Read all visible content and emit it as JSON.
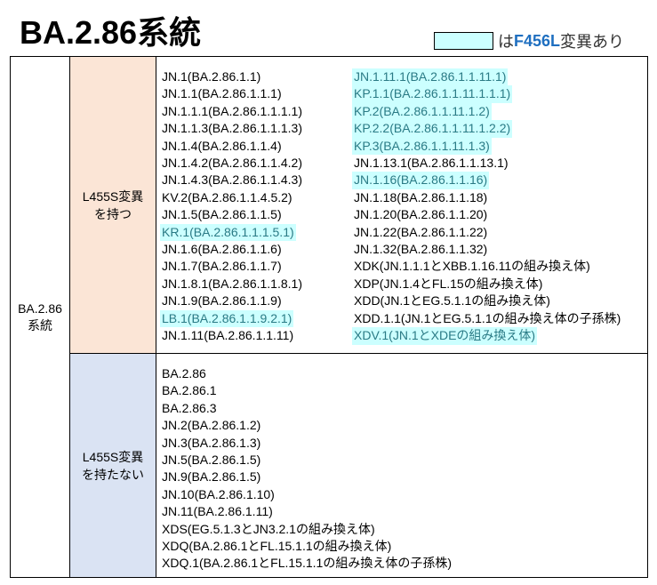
{
  "title": "BA.2.86系統",
  "legend": {
    "prefix": "は",
    "mutation": "F456L",
    "suffix": "変異あり",
    "highlight_color": "#ccffff"
  },
  "lineage_label": "BA.2.86\n系統",
  "groups": [
    {
      "label": "L455S変異\nを持つ",
      "left": [
        {
          "text": "JN.1(BA.2.86.1.1)",
          "hl": false
        },
        {
          "text": "JN.1.1(BA.2.86.1.1.1)",
          "hl": false
        },
        {
          "text": "JN.1.1.1(BA.2.86.1.1.1.1)",
          "hl": false
        },
        {
          "text": "JN.1.1.3(BA.2.86.1.1.1.3)",
          "hl": false
        },
        {
          "text": "JN.1.4(BA.2.86.1.1.4)",
          "hl": false
        },
        {
          "text": "JN.1.4.2(BA.2.86.1.1.4.2)",
          "hl": false
        },
        {
          "text": "JN.1.4.3(BA.2.86.1.1.4.3)",
          "hl": false
        },
        {
          "text": "KV.2(BA.2.86.1.1.4.5.2)",
          "hl": false
        },
        {
          "text": "JN.1.5(BA.2.86.1.1.5)",
          "hl": false
        },
        {
          "text": "KR.1(BA.2.86.1.1.1.5.1)",
          "hl": true
        },
        {
          "text": "JN.1.6(BA.2.86.1.1.6)",
          "hl": false
        },
        {
          "text": "JN.1.7(BA.2.86.1.1.7)",
          "hl": false
        },
        {
          "text": "JN.1.8.1(BA.2.86.1.1.8.1)",
          "hl": false
        },
        {
          "text": "JN.1.9(BA.2.86.1.1.9)",
          "hl": false
        },
        {
          "text": "LB.1(BA.2.86.1.1.9.2.1)",
          "hl": true
        },
        {
          "text": "JN.1.11(BA.2.86.1.1.11)",
          "hl": false
        }
      ],
      "right": [
        {
          "text": "JN.1.11.1(BA.2.86.1.1.11.1)",
          "hl": true
        },
        {
          "text": "KP.1.1(BA.2.86.1.1.11.1.1.1)",
          "hl": true
        },
        {
          "text": "KP.2(BA.2.86.1.1.11.1.2)",
          "hl": true
        },
        {
          "text": "KP.2.2(BA.2.86.1.1.11.1.2.2)",
          "hl": true
        },
        {
          "text": "KP.3(BA.2.86.1.1.11.1.3)",
          "hl": true
        },
        {
          "text": "JN.1.13.1(BA.2.86.1.1.13.1)",
          "hl": false
        },
        {
          "text": "JN.1.16(BA.2.86.1.1.16)",
          "hl": true
        },
        {
          "text": "JN.1.18(BA.2.86.1.1.18)",
          "hl": false
        },
        {
          "text": "JN.1.20(BA.2.86.1.1.20)",
          "hl": false
        },
        {
          "text": "JN.1.22(BA.2.86.1.1.22)",
          "hl": false
        },
        {
          "text": "JN.1.32(BA.2.86.1.1.32)",
          "hl": false
        },
        {
          "text": "XDK(JN.1.1.1とXBB.1.16.11の組み換え体)",
          "hl": false
        },
        {
          "text": "XDP(JN.1.4とFL.15の組み換え体)",
          "hl": false
        },
        {
          "text": "XDD(JN.1とEG.5.1.1の組み換え体)",
          "hl": false
        },
        {
          "text": "XDD.1.1(JN.1とEG.5.1.1の組み換え体の子孫株)",
          "hl": false
        },
        {
          "text": "XDV.1(JN.1とXDEの組み換え体)",
          "hl": true
        }
      ]
    },
    {
      "label": "L455S変異\nを持たない",
      "left": [
        {
          "text": "BA.2.86",
          "hl": false
        },
        {
          "text": "BA.2.86.1",
          "hl": false
        },
        {
          "text": "BA.2.86.3",
          "hl": false
        },
        {
          "text": "JN.2(BA.2.86.1.2)",
          "hl": false
        },
        {
          "text": "JN.3(BA.2.86.1.3)",
          "hl": false
        },
        {
          "text": "JN.5(BA.2.86.1.5)",
          "hl": false
        },
        {
          "text": "JN.9(BA.2.86.1.5)",
          "hl": false
        },
        {
          "text": "JN.10(BA.2.86.1.10)",
          "hl": false
        },
        {
          "text": "JN.11(BA.2.86.1.11)",
          "hl": false
        },
        {
          "text": "XDS(EG.5.1.3とJN3.2.1の組み換え体)",
          "hl": false
        },
        {
          "text": "XDQ(BA.2.86.1とFL.15.1.1の組み換え体)",
          "hl": false
        },
        {
          "text": "XDQ.1(BA.2.86.1とFL.15.1.1の組み換え体の子孫株)",
          "hl": false
        }
      ],
      "right": []
    }
  ]
}
